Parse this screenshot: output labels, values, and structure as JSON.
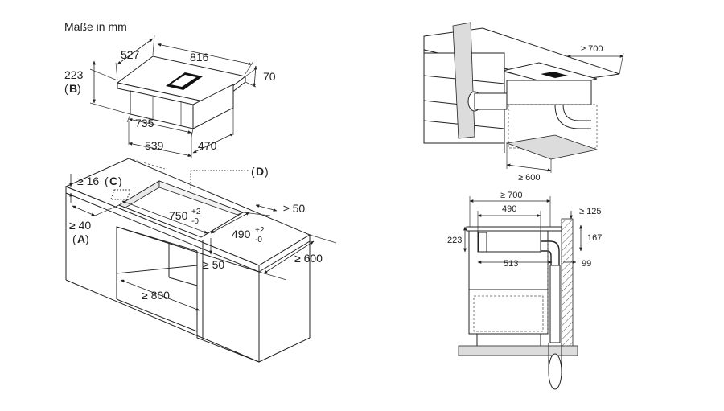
{
  "title": "Maße in mm",
  "hob": {
    "depth": "527",
    "width": "816",
    "height_total": "223",
    "label_b": "B",
    "glass_thickness": "70",
    "cutout_box_width": "735",
    "box_width": "539",
    "box_depth": "470"
  },
  "worktop": {
    "min_thickness": "≥ 16",
    "label_c": "C",
    "label_d": "D",
    "cutout_width": "750",
    "cutout_width_tol_plus": "+2",
    "cutout_width_tol_minus": "-0",
    "cutout_depth": "490",
    "cutout_depth_tol_plus": "+2",
    "cutout_depth_tol_minus": "-0",
    "min_edge_back": "≥ 50",
    "min_front": "≥ 40",
    "label_a": "A",
    "min_edge_side": "≥ 50",
    "min_depth": "≥ 600",
    "min_cabinet_width": "≥ 800"
  },
  "perspective_right": {
    "min_worktop_depth": "≥ 700",
    "min_clearance": "≥ 600"
  },
  "section_view": {
    "min_depth": "≥ 700",
    "cutout_depth": "490",
    "back_gap": "≥ 125",
    "height": "223",
    "duct_height": "167",
    "inner_depth": "513",
    "duct_offset": "99"
  }
}
